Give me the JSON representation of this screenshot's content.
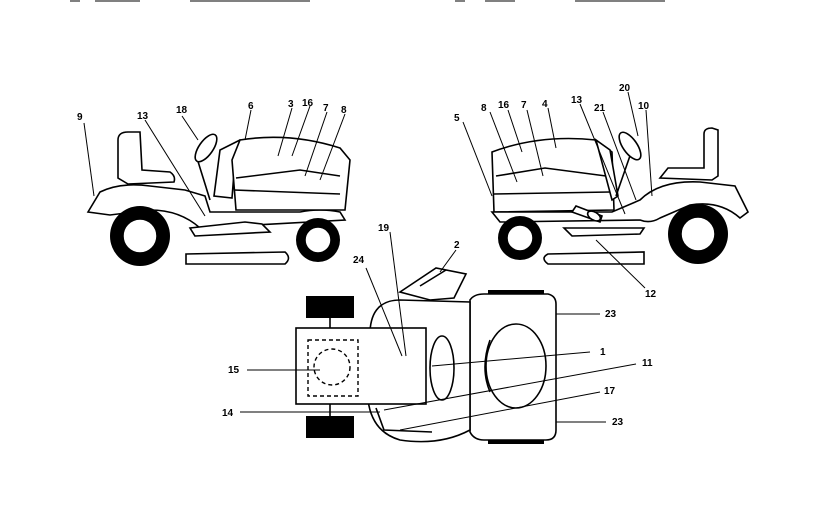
{
  "callouts": {
    "left": [
      "9",
      "13",
      "18",
      "6",
      "3",
      "16",
      "7",
      "8"
    ],
    "right": [
      "5",
      "8",
      "16",
      "7",
      "4",
      "13",
      "21",
      "20",
      "10",
      "12"
    ],
    "top": [
      "19",
      "2",
      "24",
      "23",
      "15",
      "1",
      "11",
      "14",
      "17",
      "23"
    ]
  }
}
